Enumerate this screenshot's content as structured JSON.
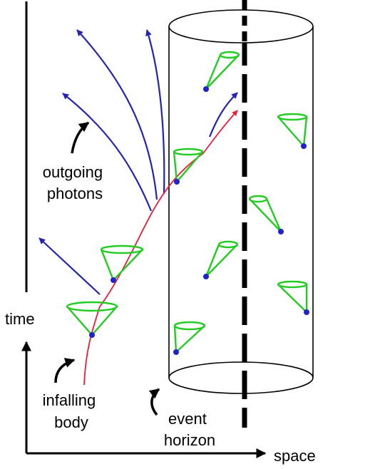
{
  "labels": {
    "time": "time",
    "space": "space",
    "outgoing_photons": [
      "outgoing",
      "photons"
    ],
    "infalling_body": [
      "infalling",
      "body"
    ],
    "event_horizon": [
      "event",
      "horizon"
    ]
  },
  "colors": {
    "photon": "#2424b4",
    "worldline": "#ee1c3c",
    "light_cone": "#22cc22",
    "event_dot": "#2222cc",
    "ink": "#000000"
  }
}
